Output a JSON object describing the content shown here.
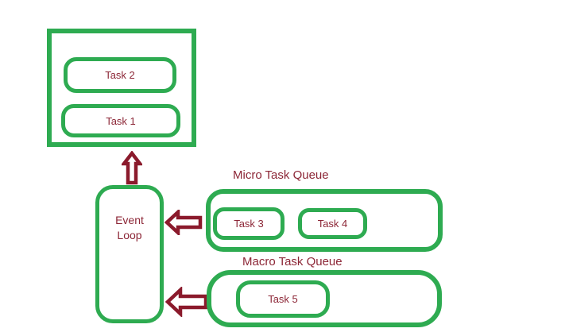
{
  "colors": {
    "green": "#2eab51",
    "text_maroon": "#8c2636",
    "arrow_maroon": "#8b1a2c",
    "background": "#ffffff"
  },
  "stack": {
    "tasks": [
      {
        "label": "Task 2"
      },
      {
        "label": "Task 1"
      }
    ]
  },
  "event_loop": {
    "line1": "Event",
    "line2": "Loop"
  },
  "micro_queue": {
    "title": "Micro Task Queue",
    "tasks": [
      {
        "label": "Task 3"
      },
      {
        "label": "Task 4"
      }
    ]
  },
  "macro_queue": {
    "title": "Macro Task Queue",
    "tasks": [
      {
        "label": "Task 5"
      }
    ]
  },
  "icons": {
    "up_arrow": "up-arrow-icon",
    "micro_to_event_loop": "left-arrow-icon",
    "macro_to_event_loop": "left-arrow-icon"
  }
}
